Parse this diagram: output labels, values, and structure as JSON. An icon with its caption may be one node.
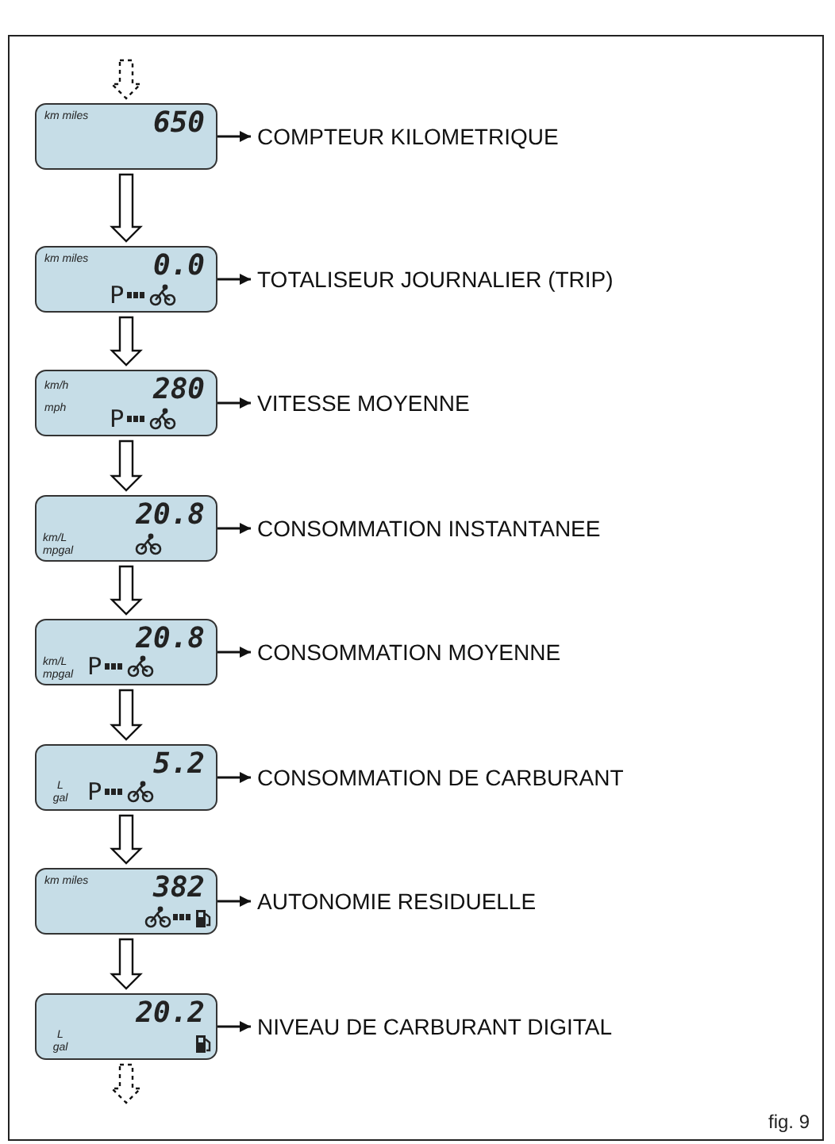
{
  "diagram": {
    "nodes": [
      {
        "text": [
          "km miles",
          "650"
        ]
      },
      {
        "text": [
          "COMPTEUR KILOMETRIQUE"
        ]
      },
      {
        "text": [
          "km miles",
          "0.0",
          "P"
        ]
      },
      {
        "text": [
          "TOTALISEUR JOURNALIER (TRIP)"
        ]
      },
      {
        "text": [
          "km/h mph",
          "280",
          "P"
        ]
      },
      {
        "text": [
          "VITESSE MOYENNE"
        ]
      },
      {
        "text": [
          "20.8",
          "km/L mpgal"
        ]
      },
      {
        "text": [
          "CONSOMMATION INSTANTANEE"
        ]
      },
      {
        "text": [
          "20.8",
          "km/L mpgal",
          "P"
        ]
      },
      {
        "text": [
          "CONSOMMATION MOYENNE"
        ]
      },
      {
        "text": [
          "5.2",
          "L gal",
          "P"
        ]
      },
      {
        "text": [
          "CONSOMMATION DE CARBURANT"
        ]
      },
      {
        "text": [
          "km miles",
          "382"
        ]
      },
      {
        "text": [
          "AUTONOMIE RESIDUELLE"
        ]
      },
      {
        "text": [
          "20.2",
          "L gal"
        ]
      },
      {
        "text": [
          "NIVEAU DE CARBURANT DIGITAL"
        ]
      }
    ],
    "edges": [
      {
        "from": null,
        "to": 0,
        "arrow": "to",
        "style": "dashed"
      },
      {
        "from": 0,
        "to": 1,
        "arrow": "to"
      },
      {
        "from": 0,
        "to": 2,
        "arrow": "to"
      },
      {
        "from": 2,
        "to": 3,
        "arrow": "to"
      },
      {
        "from": 2,
        "to": 4,
        "arrow": "to"
      },
      {
        "from": 4,
        "to": 5,
        "arrow": "to"
      },
      {
        "from": 4,
        "to": 6,
        "arrow": "to"
      },
      {
        "from": 6,
        "to": 7,
        "arrow": "to"
      },
      {
        "from": 6,
        "to": 8,
        "arrow": "to"
      },
      {
        "from": 8,
        "to": 9,
        "arrow": "to"
      },
      {
        "from": 8,
        "to": 10,
        "arrow": "to"
      },
      {
        "from": 10,
        "to": 11,
        "arrow": "to"
      },
      {
        "from": 10,
        "to": 12,
        "arrow": "to"
      },
      {
        "from": 12,
        "to": 13,
        "arrow": "to"
      },
      {
        "from": 12,
        "to": 14,
        "arrow": "to"
      },
      {
        "from": 14,
        "to": 15,
        "arrow": "to"
      },
      {
        "from": 14,
        "to": null,
        "arrow": "to",
        "style": "dashed"
      }
    ],
    "labels": [
      "fig. 9"
    ]
  }
}
